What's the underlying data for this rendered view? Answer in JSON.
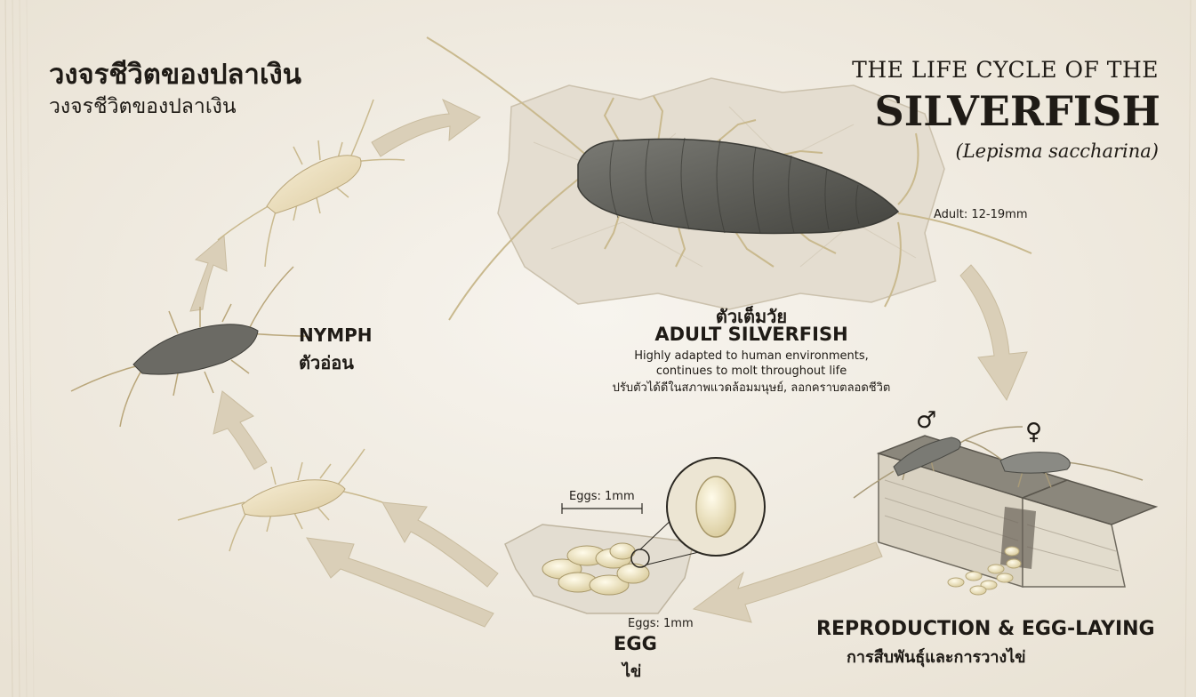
{
  "title": {
    "thai_main": "วงจรชีวิตของปลาเงิน",
    "thai_sub": "วงจรชีวิตของปลาเงิน",
    "english_line1": "THE LIFE CYCLE OF THE",
    "english_line2": "SILVERFISH",
    "scientific_name": "(Lepisma saccharina)"
  },
  "stages": {
    "adult": {
      "size": "Adult: 12-19mm",
      "label_th": "ตัวเต็มวัย",
      "label_en": "ADULT SILVERFISH",
      "desc_en": "Highly adapted to human environments, continues to molt throughout life",
      "desc_th": "ปรับตัวได้ดีในสภาพแวดล้อมมนุษย์, ลอกคราบตลอดชีวิต"
    },
    "reproduction": {
      "label_en": "REPRODUCTION & EGG-LAYING",
      "label_th": "การสืบพันธุ์และการวางไข่",
      "male_symbol": "♂",
      "female_symbol": "♀"
    },
    "egg": {
      "label_en": "EGG",
      "label_th": "ไข่",
      "size_top": "Eggs: 1mm",
      "size_bottom": "Eggs: 1mm"
    },
    "nymph": {
      "label_en": "NYMPH",
      "label_th": "ตัวอ่อน"
    }
  },
  "colors": {
    "background": "#f1ece2",
    "arrow": "#d8ccb4",
    "adult_body": "#5f5f5a",
    "nymph_body": "#efe3c2",
    "egg": "#efe6c6",
    "paper": "#e4ddd0"
  }
}
